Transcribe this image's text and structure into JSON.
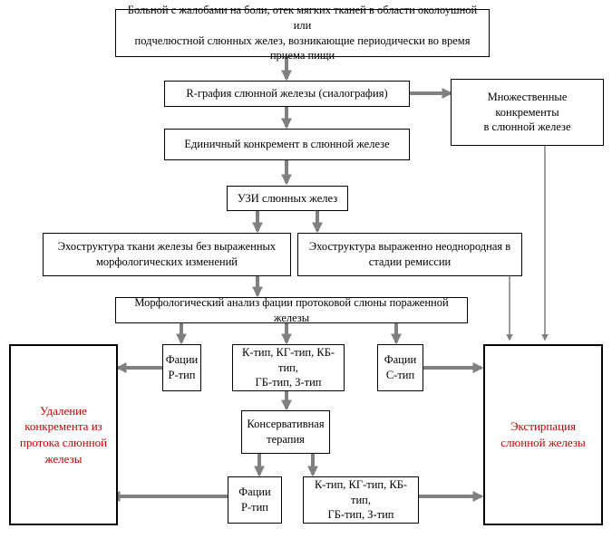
{
  "nodes": {
    "complaint": "Больной с жалобами на боли, отек мягких тканей в области околоушной или\nподчелюстной слюнных желез, возникающие периодически во время приема пищи",
    "radiography": "R-графия слюнной железы (сиалография)",
    "multiple_stones": "Множественные конкременты\nв слюнной железе",
    "single_stone": "Единичный конкремент в  слюнной железе",
    "ultrasound": "УЗИ слюнных желез",
    "echo_normal": "Эхоструктура ткани железы без выраженных\nморфологических изменений",
    "echo_heterogeneous": "Эхоструктура выраженно неоднородная в\nстадии ремиссии",
    "morph_analysis": "Морфологический анализ фации протоковой слюны пораженной железы",
    "facies_r1": "Фации\nР-тип",
    "types_1": "К-тип, КГ-тип, КБ-тип,\nГБ-тип, З-тип",
    "facies_s": "Фации\nС-тип",
    "conservative": "Консервативная\nтерапия",
    "facies_r2": "Фации\nР-тип",
    "types_2": "К-тип, КГ-тип, КБ-тип,\nГБ-тип, З-тип",
    "removal": "Удаление\nконкремента из\nпротока слюнной\nжелезы",
    "extirpation": "Экстирпация\nслюнной железы"
  },
  "colors": {
    "outcome_text": "#c00000",
    "arrow": "#808080",
    "border": "#000000"
  }
}
